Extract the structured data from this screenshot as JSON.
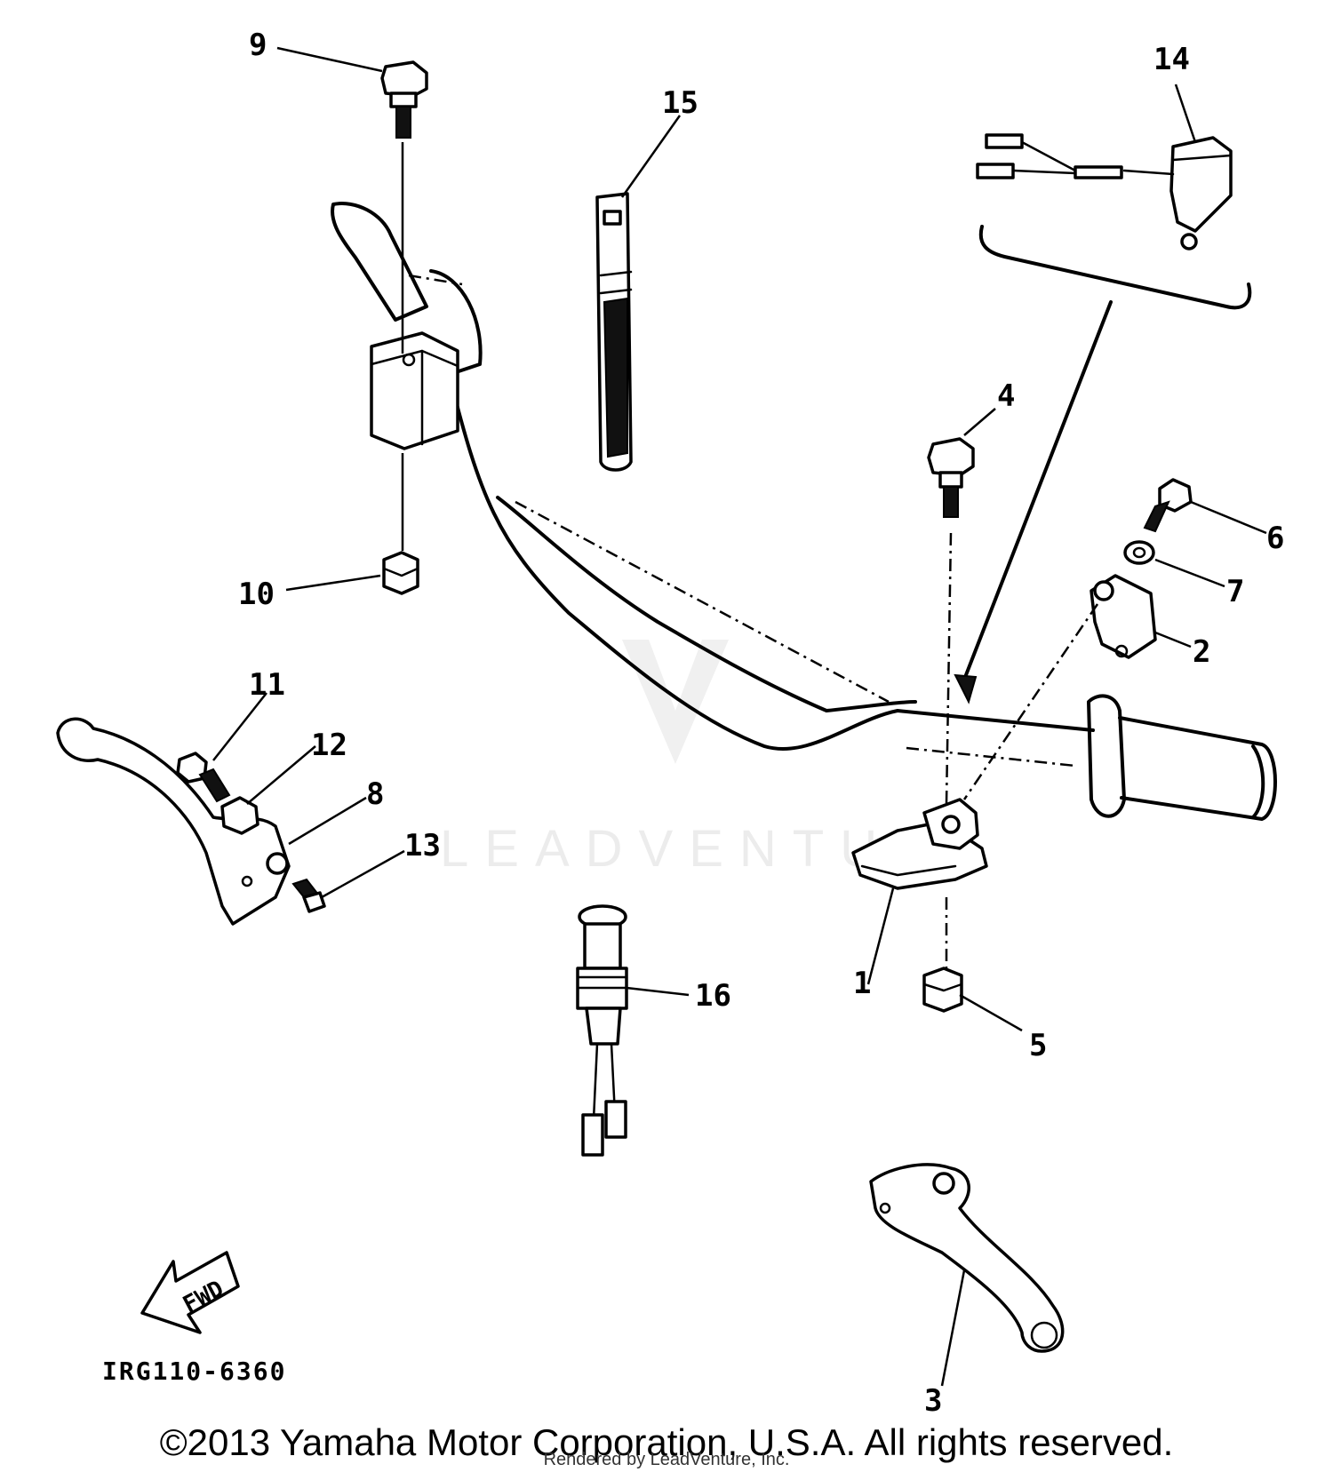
{
  "callouts": {
    "n1": "1",
    "n2": "2",
    "n3": "3",
    "n4": "4",
    "n5": "5",
    "n6": "6",
    "n7": "7",
    "n8": "8",
    "n9": "9",
    "n10": "10",
    "n11": "11",
    "n12": "12",
    "n13": "13",
    "n14": "14",
    "n15": "15",
    "n16": "16"
  },
  "fwd_label": "FWD",
  "diagram_code": "IRG110-6360",
  "watermark": "LEADVENTURE",
  "copyright": "©2013 Yamaha Motor Corporation, U.S.A. All rights reserved.",
  "rendered_by": "Rendered by LeadVenture, Inc."
}
